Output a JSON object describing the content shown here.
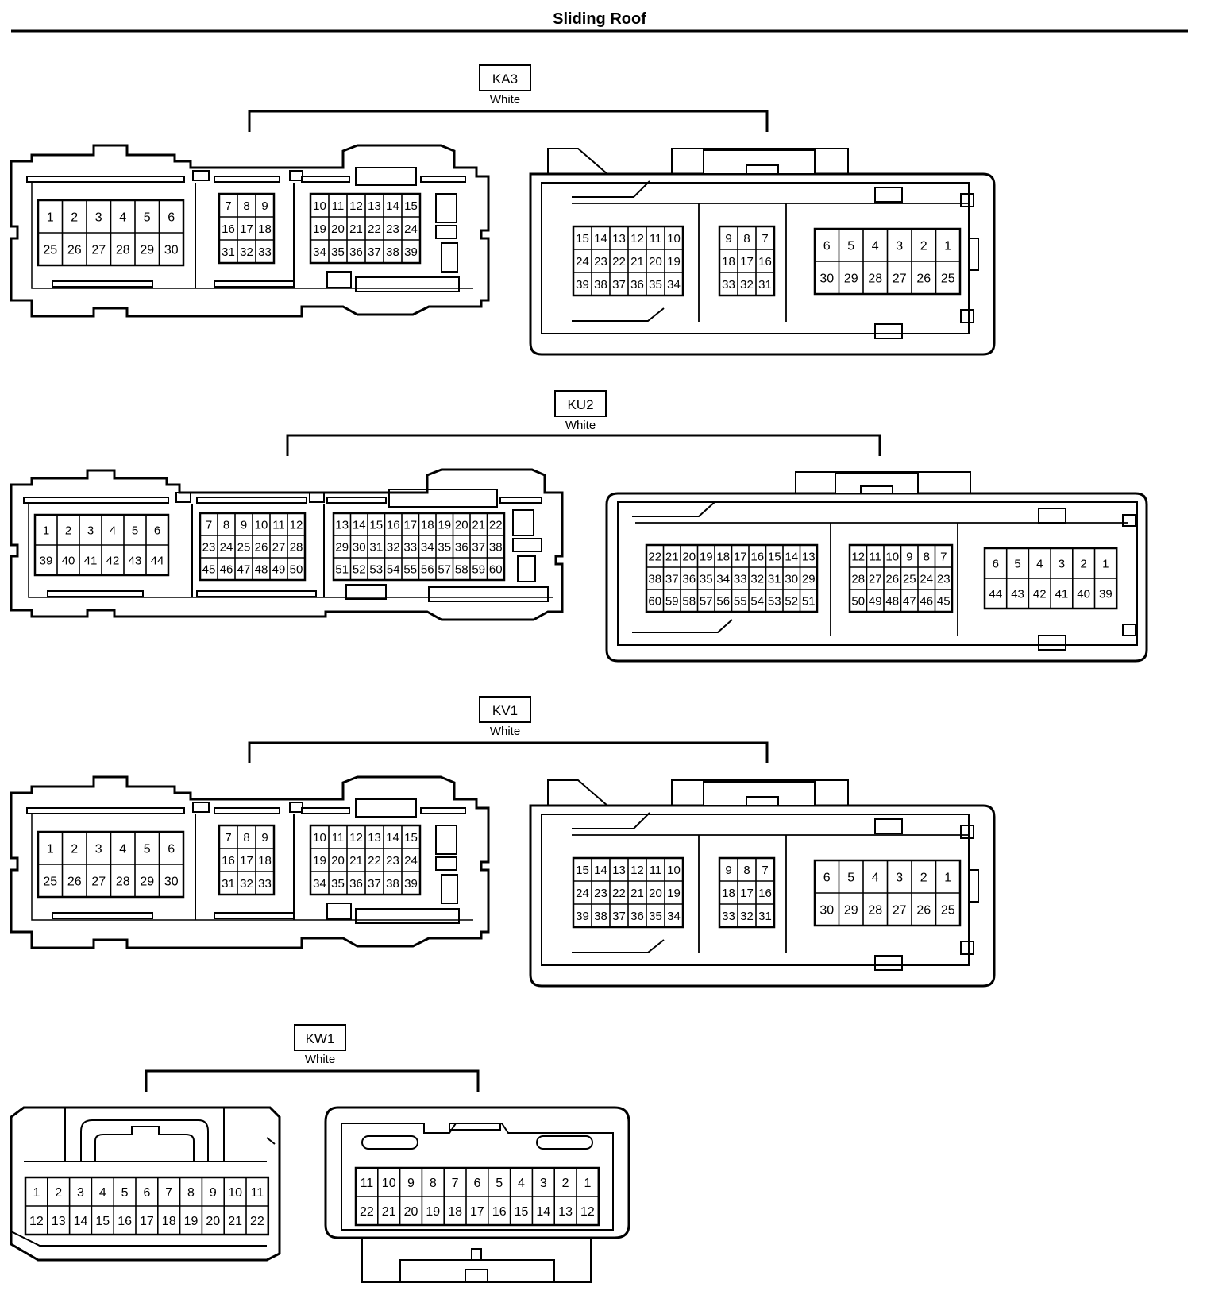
{
  "page": {
    "title": "Sliding Roof"
  },
  "connectors": [
    {
      "id": "KA3",
      "color": "White",
      "layout": "type-a",
      "left": {
        "blocks": [
          [
            [
              "1",
              "2",
              "3",
              "4",
              "5",
              "6"
            ],
            [
              "25",
              "26",
              "27",
              "28",
              "29",
              "30"
            ]
          ],
          [
            [
              "7",
              "8",
              "9"
            ],
            [
              "16",
              "17",
              "18"
            ],
            [
              "31",
              "32",
              "33"
            ]
          ],
          [
            [
              "10",
              "11",
              "12",
              "13",
              "14",
              "15"
            ],
            [
              "19",
              "20",
              "21",
              "22",
              "23",
              "24"
            ],
            [
              "34",
              "35",
              "36",
              "37",
              "38",
              "39"
            ]
          ]
        ]
      },
      "right": {
        "blocks": [
          [
            [
              "15",
              "14",
              "13",
              "12",
              "11",
              "10"
            ],
            [
              "24",
              "23",
              "22",
              "21",
              "20",
              "19"
            ],
            [
              "39",
              "38",
              "37",
              "36",
              "35",
              "34"
            ]
          ],
          [
            [
              "9",
              "8",
              "7"
            ],
            [
              "18",
              "17",
              "16"
            ],
            [
              "33",
              "32",
              "31"
            ]
          ],
          [
            [
              "6",
              "5",
              "4",
              "3",
              "2",
              "1"
            ],
            [
              "30",
              "29",
              "28",
              "27",
              "26",
              "25"
            ]
          ]
        ]
      }
    },
    {
      "id": "KU2",
      "color": "White",
      "layout": "type-b",
      "left": {
        "blocks": [
          [
            [
              "1",
              "2",
              "3",
              "4",
              "5",
              "6"
            ],
            [
              "39",
              "40",
              "41",
              "42",
              "43",
              "44"
            ]
          ],
          [
            [
              "7",
              "8",
              "9",
              "10",
              "11",
              "12"
            ],
            [
              "23",
              "24",
              "25",
              "26",
              "27",
              "28"
            ],
            [
              "45",
              "46",
              "47",
              "48",
              "49",
              "50"
            ]
          ],
          [
            [
              "13",
              "14",
              "15",
              "16",
              "17",
              "18",
              "19",
              "20",
              "21",
              "22"
            ],
            [
              "29",
              "30",
              "31",
              "32",
              "33",
              "34",
              "35",
              "36",
              "37",
              "38"
            ],
            [
              "51",
              "52",
              "53",
              "54",
              "55",
              "56",
              "57",
              "58",
              "59",
              "60"
            ]
          ]
        ]
      },
      "right": {
        "blocks": [
          [
            [
              "22",
              "21",
              "20",
              "19",
              "18",
              "17",
              "16",
              "15",
              "14",
              "13"
            ],
            [
              "38",
              "37",
              "36",
              "35",
              "34",
              "33",
              "32",
              "31",
              "30",
              "29"
            ],
            [
              "60",
              "59",
              "58",
              "57",
              "56",
              "55",
              "54",
              "53",
              "52",
              "51"
            ]
          ],
          [
            [
              "12",
              "11",
              "10",
              "9",
              "8",
              "7"
            ],
            [
              "28",
              "27",
              "26",
              "25",
              "24",
              "23"
            ],
            [
              "50",
              "49",
              "48",
              "47",
              "46",
              "45"
            ]
          ],
          [
            [
              "6",
              "5",
              "4",
              "3",
              "2",
              "1"
            ],
            [
              "44",
              "43",
              "42",
              "41",
              "40",
              "39"
            ]
          ]
        ]
      }
    },
    {
      "id": "KV1",
      "color": "White",
      "layout": "type-a",
      "left": {
        "blocks": [
          [
            [
              "1",
              "2",
              "3",
              "4",
              "5",
              "6"
            ],
            [
              "25",
              "26",
              "27",
              "28",
              "29",
              "30"
            ]
          ],
          [
            [
              "7",
              "8",
              "9"
            ],
            [
              "16",
              "17",
              "18"
            ],
            [
              "31",
              "32",
              "33"
            ]
          ],
          [
            [
              "10",
              "11",
              "12",
              "13",
              "14",
              "15"
            ],
            [
              "19",
              "20",
              "21",
              "22",
              "23",
              "24"
            ],
            [
              "34",
              "35",
              "36",
              "37",
              "38",
              "39"
            ]
          ]
        ]
      },
      "right": {
        "blocks": [
          [
            [
              "15",
              "14",
              "13",
              "12",
              "11",
              "10"
            ],
            [
              "24",
              "23",
              "22",
              "21",
              "20",
              "19"
            ],
            [
              "39",
              "38",
              "37",
              "36",
              "35",
              "34"
            ]
          ],
          [
            [
              "9",
              "8",
              "7"
            ],
            [
              "18",
              "17",
              "16"
            ],
            [
              "33",
              "32",
              "31"
            ]
          ],
          [
            [
              "6",
              "5",
              "4",
              "3",
              "2",
              "1"
            ],
            [
              "30",
              "29",
              "28",
              "27",
              "26",
              "25"
            ]
          ]
        ]
      }
    },
    {
      "id": "KW1",
      "color": "White",
      "layout": "type-c",
      "left": {
        "blocks": [
          [
            [
              "1",
              "2",
              "3",
              "4",
              "5",
              "6",
              "7",
              "8",
              "9",
              "10",
              "11"
            ],
            [
              "12",
              "13",
              "14",
              "15",
              "16",
              "17",
              "18",
              "19",
              "20",
              "21",
              "22"
            ]
          ]
        ]
      },
      "right": {
        "blocks": [
          [
            [
              "11",
              "10",
              "9",
              "8",
              "7",
              "6",
              "5",
              "4",
              "3",
              "2",
              "1"
            ],
            [
              "22",
              "21",
              "20",
              "19",
              "18",
              "17",
              "16",
              "15",
              "14",
              "13",
              "12"
            ]
          ]
        ]
      }
    }
  ]
}
